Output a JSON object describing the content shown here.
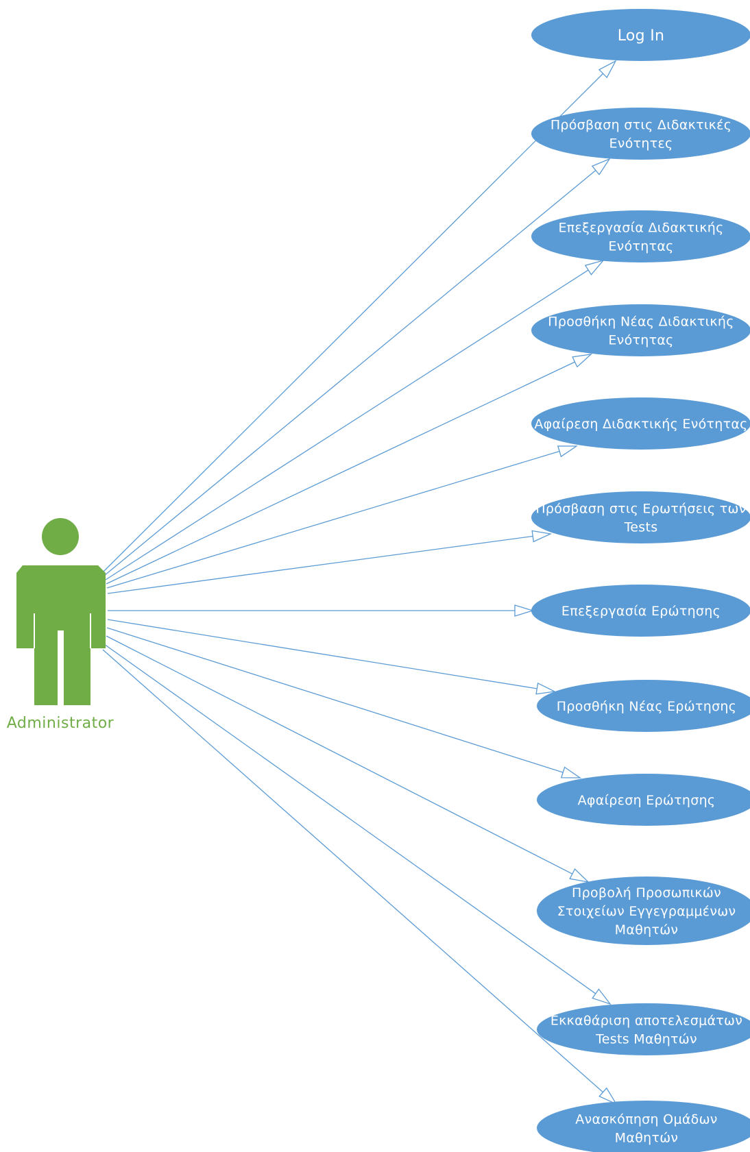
{
  "actor": {
    "name": "Administrator",
    "color": "#70ad47"
  },
  "use_case_color": "#5b9bd5",
  "line_color": "#5b9bd5",
  "use_cases": [
    {
      "id": "uc-log-in",
      "lines": [
        "Log In"
      ]
    },
    {
      "id": "uc-access-units",
      "lines": [
        "Πρόσβαση στις Διδακτικές",
        "Ενότητες"
      ]
    },
    {
      "id": "uc-edit-unit",
      "lines": [
        "Επεξεργασία Διδακτικής",
        "Ενότητας"
      ]
    },
    {
      "id": "uc-add-unit",
      "lines": [
        "Προσθήκη Νέας Διδακτικής",
        "Ενότητας"
      ]
    },
    {
      "id": "uc-remove-unit",
      "lines": [
        "Αφαίρεση Διδακτικής Ενότητας"
      ]
    },
    {
      "id": "uc-access-questions",
      "lines": [
        "Πρόσβαση στις Ερωτήσεις των",
        "Tests"
      ]
    },
    {
      "id": "uc-edit-question",
      "lines": [
        "Επεξεργασία Ερώτησης"
      ]
    },
    {
      "id": "uc-add-question",
      "lines": [
        "Προσθήκη Νέας Ερώτησης"
      ]
    },
    {
      "id": "uc-remove-question",
      "lines": [
        "Αφαίρεση Ερώτησης"
      ]
    },
    {
      "id": "uc-view-student-data",
      "lines": [
        "Προβολή Προσωπικών",
        "Στοιχείων Εγγεγραμμένων",
        "Μαθητών"
      ]
    },
    {
      "id": "uc-clear-results",
      "lines": [
        "Εκκαθάριση αποτελεσμάτων",
        "Tests Μαθητών"
      ]
    },
    {
      "id": "uc-review-groups",
      "lines": [
        "Ανασκόπηση Ομάδων",
        "Μαθητών"
      ]
    }
  ]
}
